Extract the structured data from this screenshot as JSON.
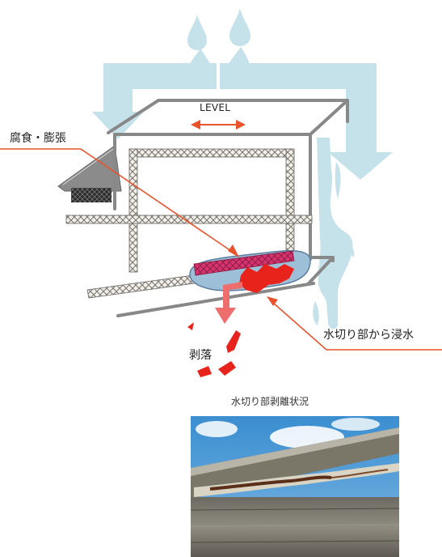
{
  "labels": {
    "level": "LEVEL",
    "corrosion": "腐食・膨張",
    "peeling": "剥落",
    "water_ingress": "水切り部から浸水",
    "photo_caption": "水切り部剥離状況"
  },
  "colors": {
    "water": "#c5e2ea",
    "structure": "#888888",
    "accent": "#e8532b",
    "damage": "#e8231c",
    "corrosion_band": "#d8336e",
    "swelling": "#9dbfd8"
  }
}
